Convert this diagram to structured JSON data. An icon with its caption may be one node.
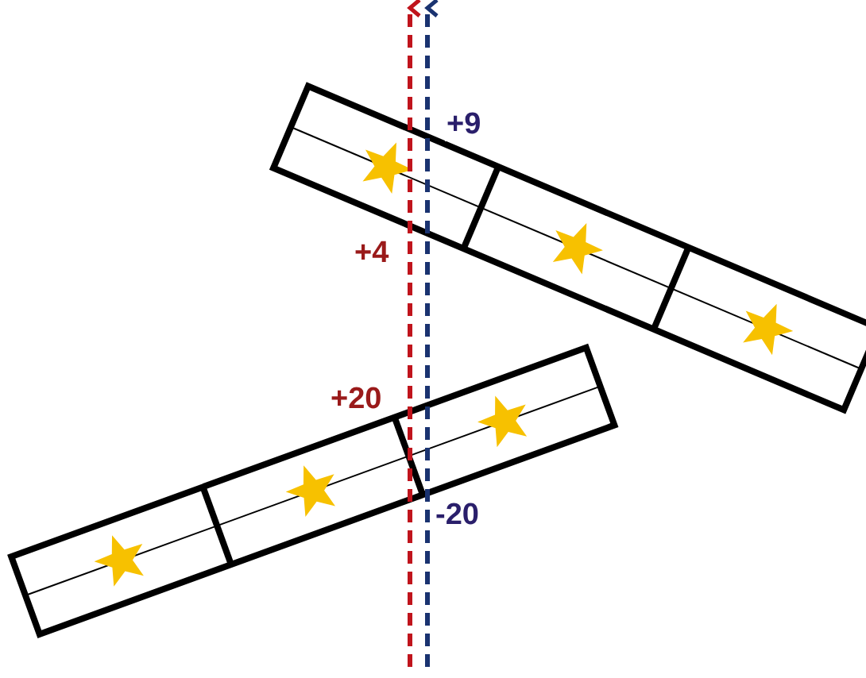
{
  "diagram": {
    "labels": [
      "+9",
      "+4",
      "+20",
      "-20"
    ]
  }
}
